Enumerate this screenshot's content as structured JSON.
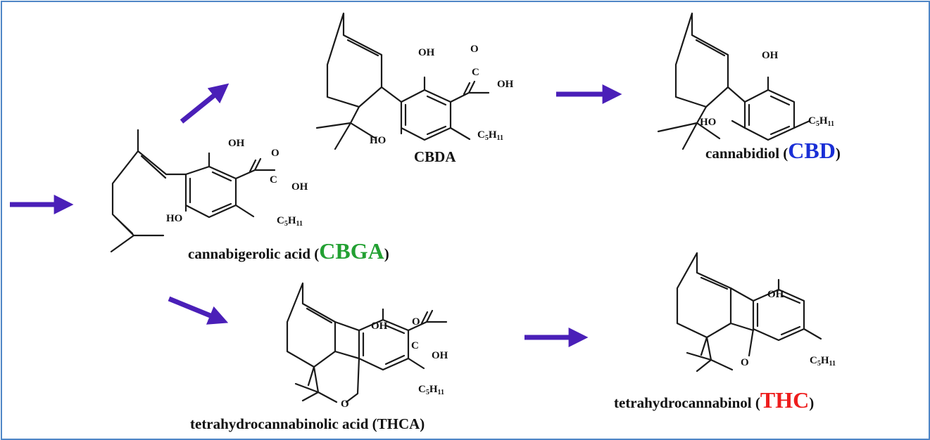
{
  "colors": {
    "frame": "#4f86c6",
    "arrow": "#4a1fb8",
    "cbga": "#22a032",
    "cbd": "#1a2fd6",
    "thc": "#ee1c1c",
    "text": "#111111"
  },
  "atoms": {
    "oh": "OH",
    "ho": "HO",
    "o": "O",
    "c": "C",
    "c_big": "C",
    "pentyl_c": "C",
    "pentyl_sub5": "5",
    "pentyl_h": "H",
    "pentyl_sub11": "11"
  },
  "compounds": {
    "cbga": {
      "name_prefix": "cannabigerolic acid (",
      "abbr": "CBGA",
      "name_suffix": ")"
    },
    "cbda": {
      "name": "CBDA"
    },
    "cbd": {
      "name_prefix": "cannabidiol (",
      "abbr": "CBD",
      "name_suffix": ")"
    },
    "thca": {
      "name": "tetrahydrocannabinolic acid (THCA)"
    },
    "thc": {
      "name_prefix": "tetrahydrocannabinol (",
      "abbr": "THC",
      "name_suffix": ")"
    }
  },
  "arrows": [
    {
      "id": "input-arrow",
      "from": "precursor",
      "to": "cbga"
    },
    {
      "id": "cbga-to-cbda-arrow",
      "from": "cbga",
      "to": "cbda"
    },
    {
      "id": "cbga-to-thca-arrow",
      "from": "cbga",
      "to": "thca"
    },
    {
      "id": "cbda-to-cbd-arrow",
      "from": "cbda",
      "to": "cbd"
    },
    {
      "id": "thca-to-thc-arrow",
      "from": "thca",
      "to": "thc"
    }
  ]
}
